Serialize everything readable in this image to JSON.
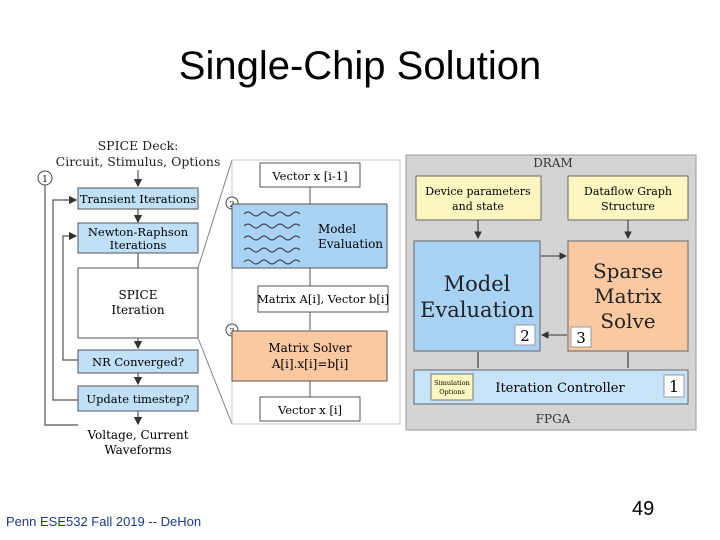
{
  "slide": {
    "title": "Single-Chip Solution",
    "footer": "Penn ESE532 Fall 2019 -- DeHon",
    "page_number": "49"
  },
  "flow": {
    "deck_line1": "SPICE Deck:",
    "deck_line2": "Circuit, Stimulus, Options",
    "transient": "Transient Iterations",
    "nr_line1": "Newton-Raphson",
    "nr_line2": "Iterations",
    "spice_line1": "SPICE",
    "spice_line2": "Iteration",
    "nr_converged": "NR Converged?",
    "update": "Update timestep?",
    "out_line1": "Voltage, Current",
    "out_line2": "Waveforms",
    "marker_1": "1",
    "marker_2": "2",
    "marker_3": "3"
  },
  "detail": {
    "vector_prev": "Vector x [i-1]",
    "model_line1": "Model",
    "model_line2": "Evaluation",
    "matrix": "Matrix A[i], Vector b[i]",
    "solver_line1": "Matrix Solver",
    "solver_line2": "A[i].x[i]=b[i]",
    "vector_i": "Vector x [i]"
  },
  "hardware": {
    "dram": "DRAM",
    "device_line1": "Device parameters",
    "device_line2": "and state",
    "dataflow_line1": "Dataflow Graph",
    "dataflow_line2": "Structure",
    "model_line1": "Model",
    "model_line2": "Evaluation",
    "model_num": "2",
    "sparse_line1": "Sparse",
    "sparse_line2": "Matrix",
    "sparse_line3": "Solve",
    "sparse_num": "3",
    "sim_line1": "Simulation",
    "sim_line2": "Options",
    "controller": "Iteration Controller",
    "controller_num": "1",
    "fpga": "FPGA"
  },
  "colors": {
    "yellow": "#fdf6c1",
    "blue": "#b9dbf7",
    "orange": "#fbd1ad",
    "gray": "#d2d2d2"
  }
}
